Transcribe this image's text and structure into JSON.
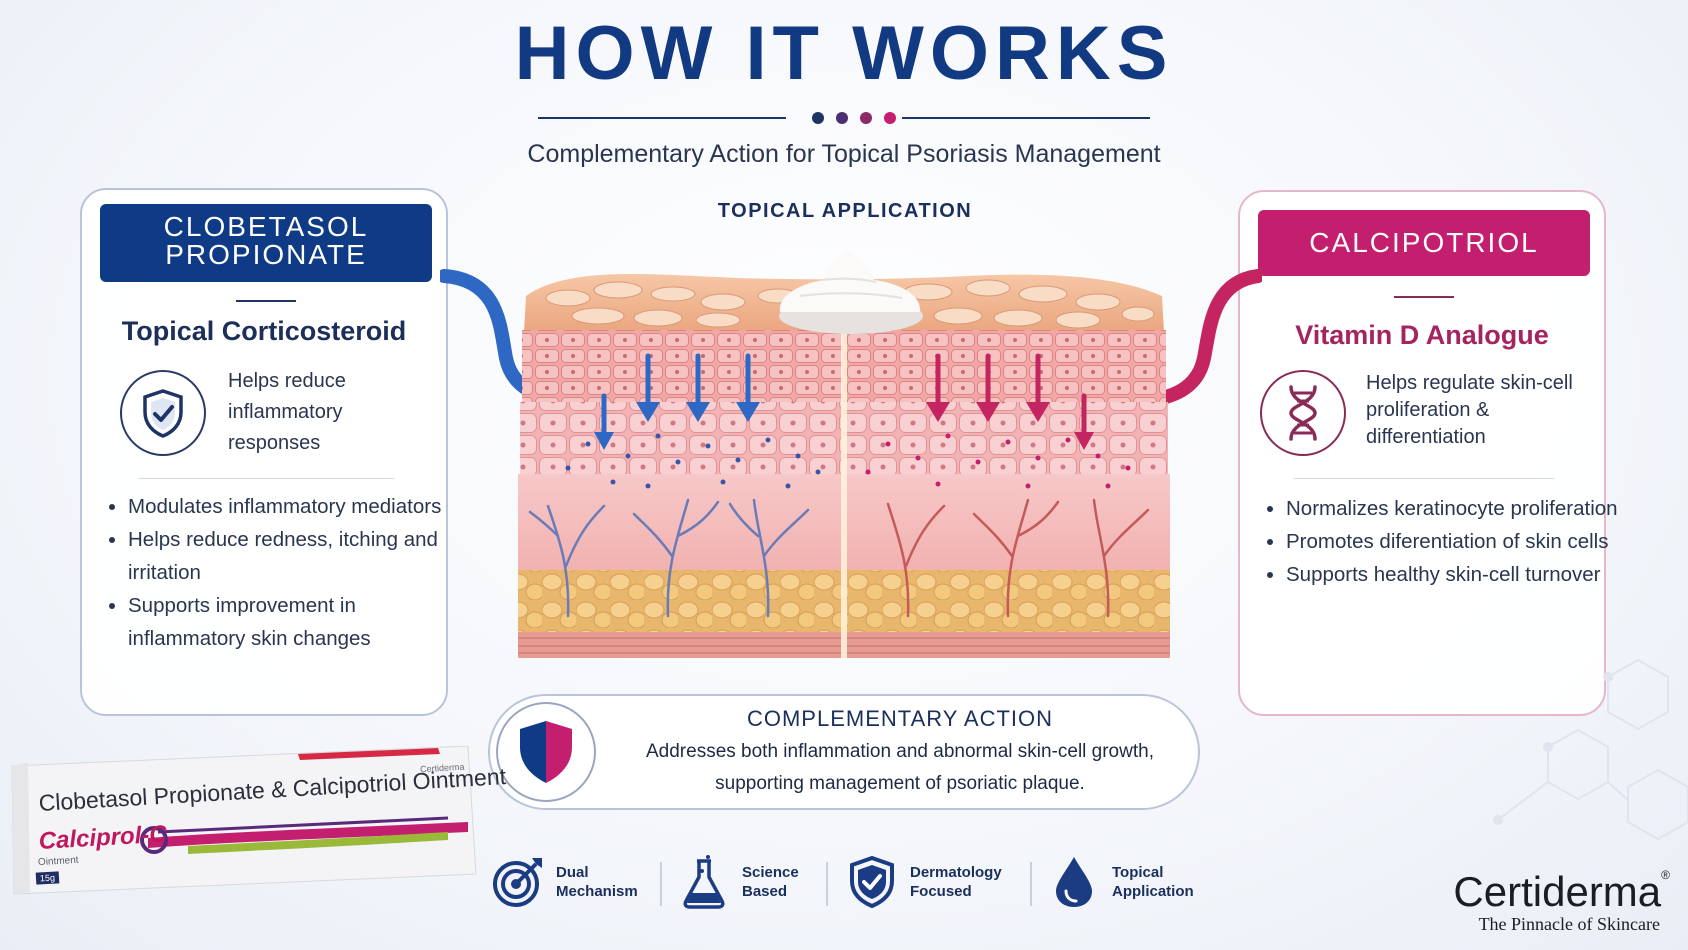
{
  "header": {
    "title": "HOW IT WORKS",
    "subtitle": "Complementary Action for Topical Psoriasis Management",
    "application_label": "TOPICAL APPLICATION"
  },
  "left_card": {
    "heading_line1": "CLOBETASOL",
    "heading_line2": "PROPIONATE",
    "subheading": "Topical Corticosteroid",
    "icon": "shield-check-icon",
    "summary": "Helps reduce inflammatory responses",
    "bullets": [
      "Modulates inflammatory mediators",
      "Helps reduce redness, itching and irritation",
      "Supports improvement in inflammatory skin changes"
    ]
  },
  "right_card": {
    "heading": "CALCIPOTRIOL",
    "subheading": "Vitamin D Analogue",
    "icon": "dna-icon",
    "summary": "Helps regulate skin-cell proliferation & differentiation",
    "bullets": [
      "Normalizes keratinocyte proliferation",
      "Promotes diferentiation of skin cells",
      "Supports healthy skin-cell turnover"
    ]
  },
  "complementary": {
    "title": "COMPLEMENTARY ACTION",
    "text": "Addresses both inflammation and abnormal skin-cell growth, supporting management of psoriatic plaque."
  },
  "features": [
    {
      "icon": "target-icon",
      "label": "Dual Mechanism"
    },
    {
      "icon": "flask-icon",
      "label": "Science Based"
    },
    {
      "icon": "shield-check-icon",
      "label": "Dermatology Focused"
    },
    {
      "icon": "drop-icon",
      "label": "Topical Application"
    }
  ],
  "product": {
    "name": "Clobetasol Propionate & Calcipotriol Ointment",
    "brand_small": "Certiderma",
    "logo_text": "Calciprol-C",
    "form": "Ointment",
    "size": "15g"
  },
  "company": {
    "name": "Certiderma",
    "registered": "®",
    "tagline": "The Pinnacle of Skincare"
  },
  "colors": {
    "navy": "#0f3a86",
    "magenta": "#c41e6e",
    "blue_arrow": "#2f68c4",
    "pink_arrow": "#c4245f"
  }
}
